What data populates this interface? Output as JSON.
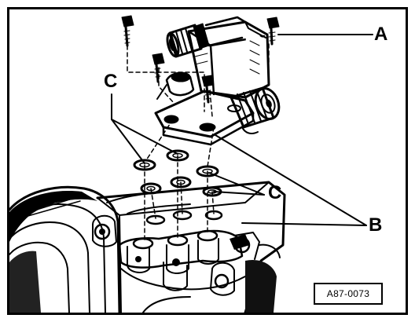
{
  "diagram": {
    "callouts": {
      "a": "A",
      "b": "B",
      "c_upper": "C",
      "c_lower": "C"
    },
    "figure_code": "A87-0073"
  }
}
